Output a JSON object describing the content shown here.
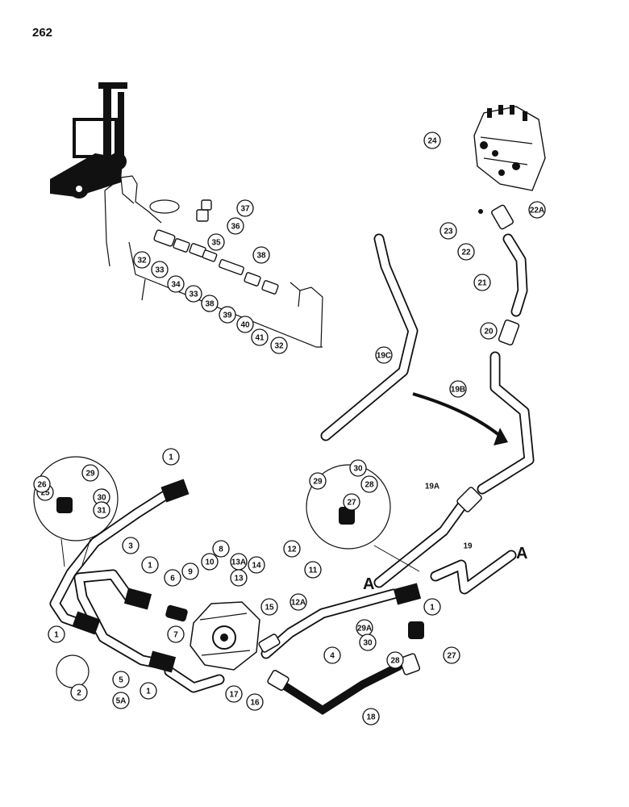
{
  "page_number": "262",
  "letter_markers": [
    "A",
    "A"
  ],
  "callouts": [
    {
      "label": "1"
    },
    {
      "label": "1"
    },
    {
      "label": "1"
    },
    {
      "label": "1"
    },
    {
      "label": "1"
    },
    {
      "label": "2"
    },
    {
      "label": "3"
    },
    {
      "label": "4"
    },
    {
      "label": "5"
    },
    {
      "label": "5A"
    },
    {
      "label": "6"
    },
    {
      "label": "7"
    },
    {
      "label": "8"
    },
    {
      "label": "9"
    },
    {
      "label": "10"
    },
    {
      "label": "11"
    },
    {
      "label": "12"
    },
    {
      "label": "12A"
    },
    {
      "label": "13"
    },
    {
      "label": "13A"
    },
    {
      "label": "14"
    },
    {
      "label": "15"
    },
    {
      "label": "16"
    },
    {
      "label": "17"
    },
    {
      "label": "18"
    },
    {
      "label": "19"
    },
    {
      "label": "19A"
    },
    {
      "label": "19B"
    },
    {
      "label": "19C"
    },
    {
      "label": "20"
    },
    {
      "label": "21"
    },
    {
      "label": "22"
    },
    {
      "label": "22A"
    },
    {
      "label": "23"
    },
    {
      "label": "24"
    },
    {
      "label": "25"
    },
    {
      "label": "26"
    },
    {
      "label": "27"
    },
    {
      "label": "27"
    },
    {
      "label": "28"
    },
    {
      "label": "28"
    },
    {
      "label": "29"
    },
    {
      "label": "29"
    },
    {
      "label": "29A"
    },
    {
      "label": "30"
    },
    {
      "label": "30"
    },
    {
      "label": "30"
    },
    {
      "label": "31"
    },
    {
      "label": "32"
    },
    {
      "label": "32"
    },
    {
      "label": "33"
    },
    {
      "label": "33"
    },
    {
      "label": "34"
    },
    {
      "label": "35"
    },
    {
      "label": "36"
    },
    {
      "label": "37"
    },
    {
      "label": "38"
    },
    {
      "label": "38"
    },
    {
      "label": "39"
    },
    {
      "label": "40"
    },
    {
      "label": "41"
    }
  ]
}
